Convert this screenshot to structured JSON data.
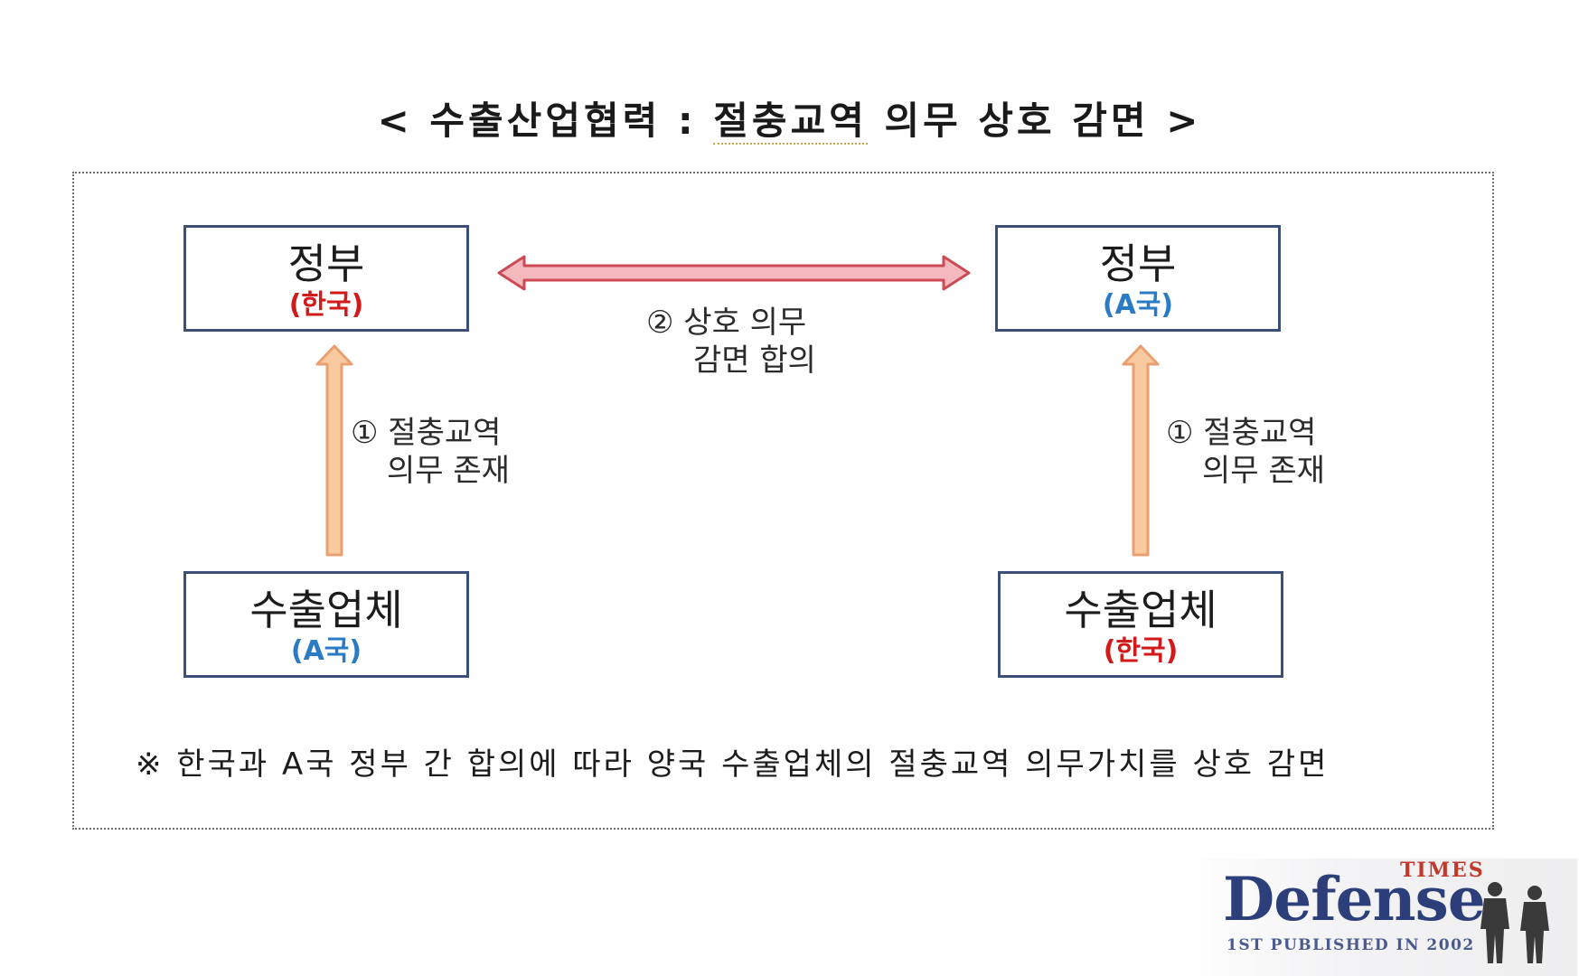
{
  "title": {
    "open": "<",
    "lead": "수출산업협력 : ",
    "keyword": "절충교역",
    "rest": " 의무 상호 감면",
    "close": ">"
  },
  "nodes": {
    "gov_left": {
      "main": "정부",
      "sub": "(한국)"
    },
    "gov_right": {
      "main": "정부",
      "sub": "(A국)"
    },
    "exp_left": {
      "main": "수출업체",
      "sub": "(A국)"
    },
    "exp_right": {
      "main": "수출업체",
      "sub": "(한국)"
    }
  },
  "labels": {
    "mid": {
      "line1": "② 상호 의무",
      "line2": "감면 합의"
    },
    "left": {
      "line1": "① 절충교역",
      "line2": "의무 존재"
    },
    "right": {
      "line1": "① 절충교역",
      "line2": "의무 존재"
    }
  },
  "note": "※ 한국과 A국 정부 간 합의에 따라 양국 수출업체의 절충교역 의무가치를 상호 감면",
  "logo": {
    "word": "Defense",
    "times": "TIMES",
    "published": "1ST PUBLISHED IN 2002"
  },
  "colors": {
    "box_border": "#3b4f78",
    "korea_label": "#d11a1a",
    "a_country_label": "#2a7bc4",
    "double_arrow_fill": "#f4b8bd",
    "double_arrow_stroke": "#cc4a55",
    "up_arrow_fill": "#f9c9a0",
    "up_arrow_stroke": "#e8a070"
  },
  "icons": {
    "logo_figures": "soldier-silhouettes-icon"
  }
}
